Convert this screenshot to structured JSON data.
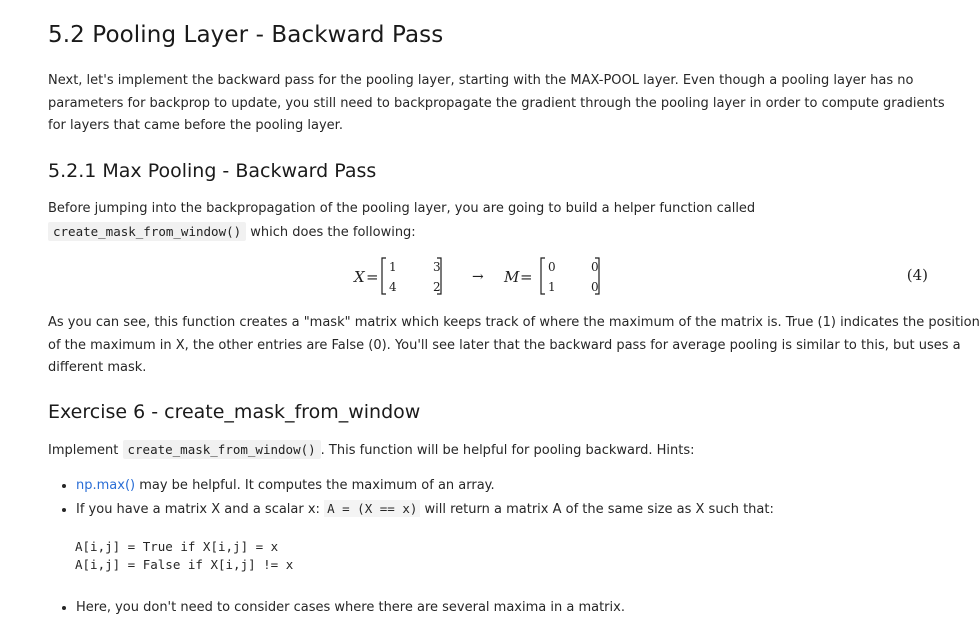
{
  "section": {
    "title": "5.2 Pooling Layer - Backward Pass",
    "intro_line1": "Next, let's implement the backward pass for the pooling layer, starting with the MAX-POOL layer. Even though a pooling layer has no",
    "intro_line2": "parameters for backprop to update, you still need to backpropagate the gradient through the pooling layer in order to compute gradients",
    "intro_line3": "for layers that came before the pooling layer."
  },
  "subsection": {
    "title": "5.2.1 Max Pooling - Backward Pass",
    "p1_line1": "Before jumping into the backpropagation of the pooling layer, you are going to build a helper function called",
    "p1_code": "create_mask_from_window()",
    "p1_line2_rest": " which does the following:"
  },
  "equation": {
    "X_label": "X",
    "X_matrix": [
      [
        "1",
        "3"
      ],
      [
        "4",
        "2"
      ]
    ],
    "arrow": "→",
    "M_label": "M",
    "M_matrix": [
      [
        "0",
        "0"
      ],
      [
        "1",
        "0"
      ]
    ],
    "equals": "=",
    "number": "(4)"
  },
  "explanation": {
    "line1": "As you can see, this function creates a \"mask\" matrix which keeps track of where the maximum of the matrix is. True (1) indicates the position",
    "line2": "of the maximum in X, the other entries are False (0). You'll see later that the backward pass for average pooling is similar to this, but uses a",
    "line3": "different mask."
  },
  "exercise": {
    "title": "Exercise 6 - create_mask_from_window",
    "impl_pre": "Implement ",
    "impl_code": "create_mask_from_window()",
    "impl_post": ". This function will be helpful for pooling backward. Hints:",
    "bullet1_link": "np.max()",
    "bullet1_rest": " may be helpful. It computes the maximum of an array.",
    "bullet2_pre": "If you have a matrix X and a scalar x: ",
    "bullet2_code": "A = (X == x)",
    "bullet2_post": " will return a matrix A of the same size as X such that:",
    "code_line1": "A[i,j] = True if X[i,j] = x",
    "code_line2": "A[i,j] = False if X[i,j] != x",
    "bullet3": "Here, you don't need to consider cases where there are several maxima in a matrix."
  }
}
